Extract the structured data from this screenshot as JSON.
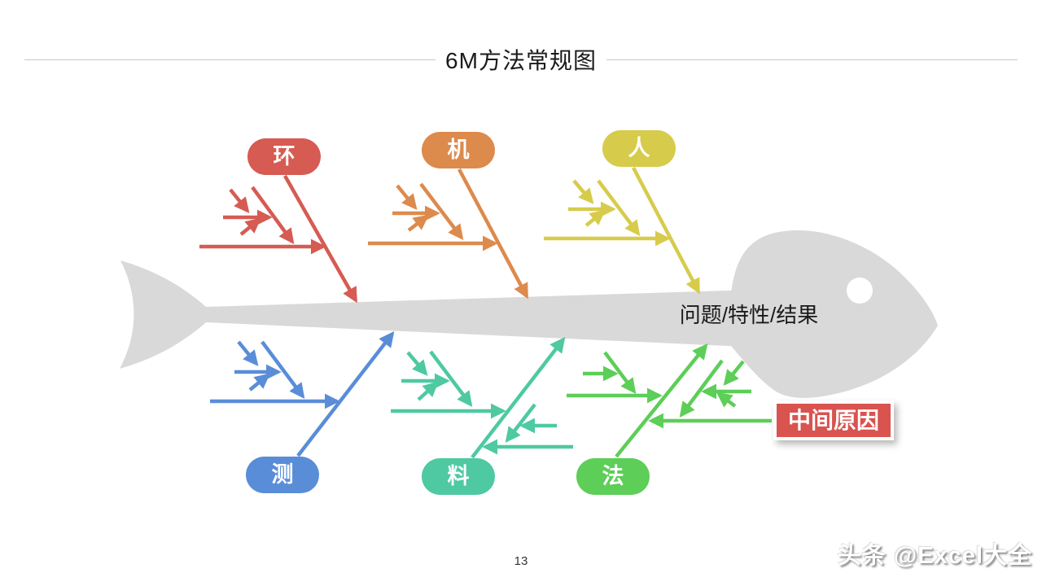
{
  "slide": {
    "title": "6M方法常规图",
    "page_number": "13",
    "watermark": "头条 @Excel大全"
  },
  "diagram": {
    "type": "fishbone",
    "spine_label": "问题/特性/结果",
    "fish_color": "#D9D9D9",
    "callout": {
      "label": "中间原因",
      "color": "#D9534F"
    },
    "categories": [
      {
        "label": "环",
        "color": "#D65B52",
        "side": "top"
      },
      {
        "label": "机",
        "color": "#DD8A4D",
        "side": "top"
      },
      {
        "label": "人",
        "color": "#D7CB4C",
        "side": "top"
      },
      {
        "label": "测",
        "color": "#5A8DD8",
        "side": "bottom"
      },
      {
        "label": "料",
        "color": "#4EC9A2",
        "side": "bottom"
      },
      {
        "label": "法",
        "color": "#5DCE57",
        "side": "bottom"
      }
    ]
  }
}
